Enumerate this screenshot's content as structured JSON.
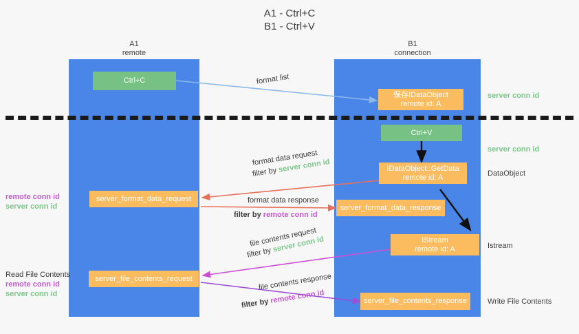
{
  "title": {
    "line1": "A1 - Ctrl+C",
    "line2": "B1 - Ctrl+V"
  },
  "lanes": [
    {
      "name": "A1",
      "sub": "remote",
      "color": "#4a86e8"
    },
    {
      "name": "B1",
      "sub": "connection",
      "color": "#4a86e8"
    }
  ],
  "boxes": {
    "ctrl_c": "Ctrl+C",
    "ctrl_v": "Ctrl+V",
    "idataobject_l1": "保存IDataObject",
    "idataobject_l2": "remote id: A",
    "getdata_l1": "IDataObject::GetData",
    "getdata_l2": "remote id: A",
    "istream_l1": "IStream",
    "istream_l2": "remote id: A",
    "server_format_data_request": "server_format_data_request",
    "server_format_data_response": "server_format_data_response",
    "server_file_contents_request": "server_file_contents_request",
    "server_file_contents_response": "server_file_contents_response"
  },
  "right_labels": {
    "server_conn_id_1": "server conn id",
    "server_conn_id_2": "server conn id",
    "dataobject": "DataObject",
    "istream": "Istream",
    "write_file_contents": "Write File Contents"
  },
  "left_labels": {
    "remote_conn_id_1": "remote conn id",
    "server_conn_id_1": "server conn id",
    "read_file_contents": "Read File Contents",
    "remote_conn_id_2": "remote conn id",
    "server_conn_id_2": "server conn id"
  },
  "annotations": {
    "format_list": "format list",
    "format_data_request": "format data request",
    "format_data_request_filter_prefix": "filter by ",
    "format_data_request_filter_value": "server conn id",
    "format_data_response": "format data response",
    "format_data_response_filter_prefix": "filter by ",
    "format_data_response_filter_value": "remote conn id",
    "file_contents_request": "file contents request",
    "file_contents_request_filter_prefix": "filter by ",
    "file_contents_request_filter_value": "server conn id",
    "file_contents_response": "file contents response",
    "file_contents_response_filter_prefix": "filter by ",
    "file_contents_response_filter_value": "remote conn id"
  },
  "colors": {
    "lane": "#4a86e8",
    "orange": "#fbbc5f",
    "green_box": "#77c185",
    "green_text": "#7cc68a",
    "magenta_text": "#c45ad0",
    "arrow_light_blue": "#8ab9e8",
    "arrow_red": "#e8705a",
    "arrow_magenta": "#cc4fd6",
    "arrow_purple": "#9b4fd6",
    "arrow_black": "#111111",
    "background": "#f7f7f7",
    "divider": "#1a1a1a"
  }
}
